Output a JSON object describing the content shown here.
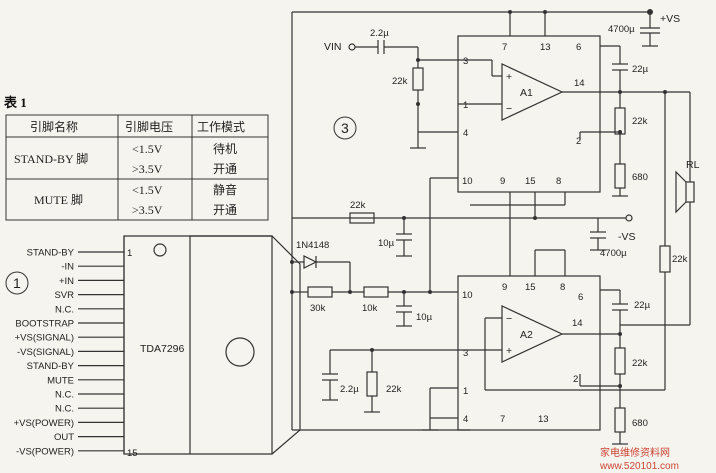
{
  "table": {
    "title": "表 1",
    "headers": [
      "引脚名称",
      "引脚电压",
      "工作模式"
    ],
    "rows": [
      {
        "name": "STAND-BY 脚",
        "v1": "<1.5V",
        "m1": "待机",
        "v2": ">3.5V",
        "m2": "开通"
      },
      {
        "name": "MUTE 脚",
        "v1": "<1.5V",
        "m1": "静音",
        "v2": ">3.5V",
        "m2": "开通"
      }
    ]
  },
  "ic": {
    "circle_label": "1",
    "name": "TDA7296",
    "pins": [
      "STAND-BY",
      "-IN",
      "+IN",
      "SVR",
      "N.C.",
      "BOOTSTRAP",
      "+VS(SIGNAL)",
      "-VS(SIGNAL)",
      "STAND-BY",
      "MUTE",
      "N.C.",
      "N.C.",
      "+VS(POWER)",
      "OUT",
      "-VS(POWER)"
    ],
    "first_pin_num": "1",
    "last_pin_num": "15"
  },
  "circuit": {
    "circle_label": "3",
    "vin": "VIN",
    "plus_vs": "+VS",
    "minus_vs": "-VS",
    "rl": "RL",
    "amp1": "A1",
    "amp2": "A2",
    "c_in1": "2.2µ",
    "c_in2": "2.2µ",
    "r_in1": "22k",
    "r_in2": "22k",
    "c_vs1": "4700µ",
    "c_vs2": "4700µ",
    "c_boot1": "22µ",
    "c_boot2": "22µ",
    "r_fb1a": "22k",
    "r_fb1b": "680",
    "r_fb2a": "22k",
    "r_fb2b": "680",
    "r_top": "22k",
    "c_top": "10µ",
    "diode": "1N4148",
    "r_30k": "30k",
    "r_10k": "10k",
    "c_mid": "10µ",
    "r_out": "22k",
    "pins_a1": {
      "p3": "3",
      "p7": "7",
      "p13": "13",
      "p6": "6",
      "p14": "14",
      "p1": "1",
      "p4": "4",
      "p2": "2",
      "p10": "10",
      "p9": "9",
      "p15": "15",
      "p8": "8"
    },
    "pins_a2": {
      "p10": "10",
      "p9": "9",
      "p15": "15",
      "p8": "8",
      "p6": "6",
      "p14": "14",
      "p3": "3",
      "p1": "1",
      "p2": "2",
      "p4": "4",
      "p7": "7",
      "p13": "13"
    }
  },
  "watermark": {
    "cn": "家电维修资料网",
    "url": "www.520101.com"
  }
}
